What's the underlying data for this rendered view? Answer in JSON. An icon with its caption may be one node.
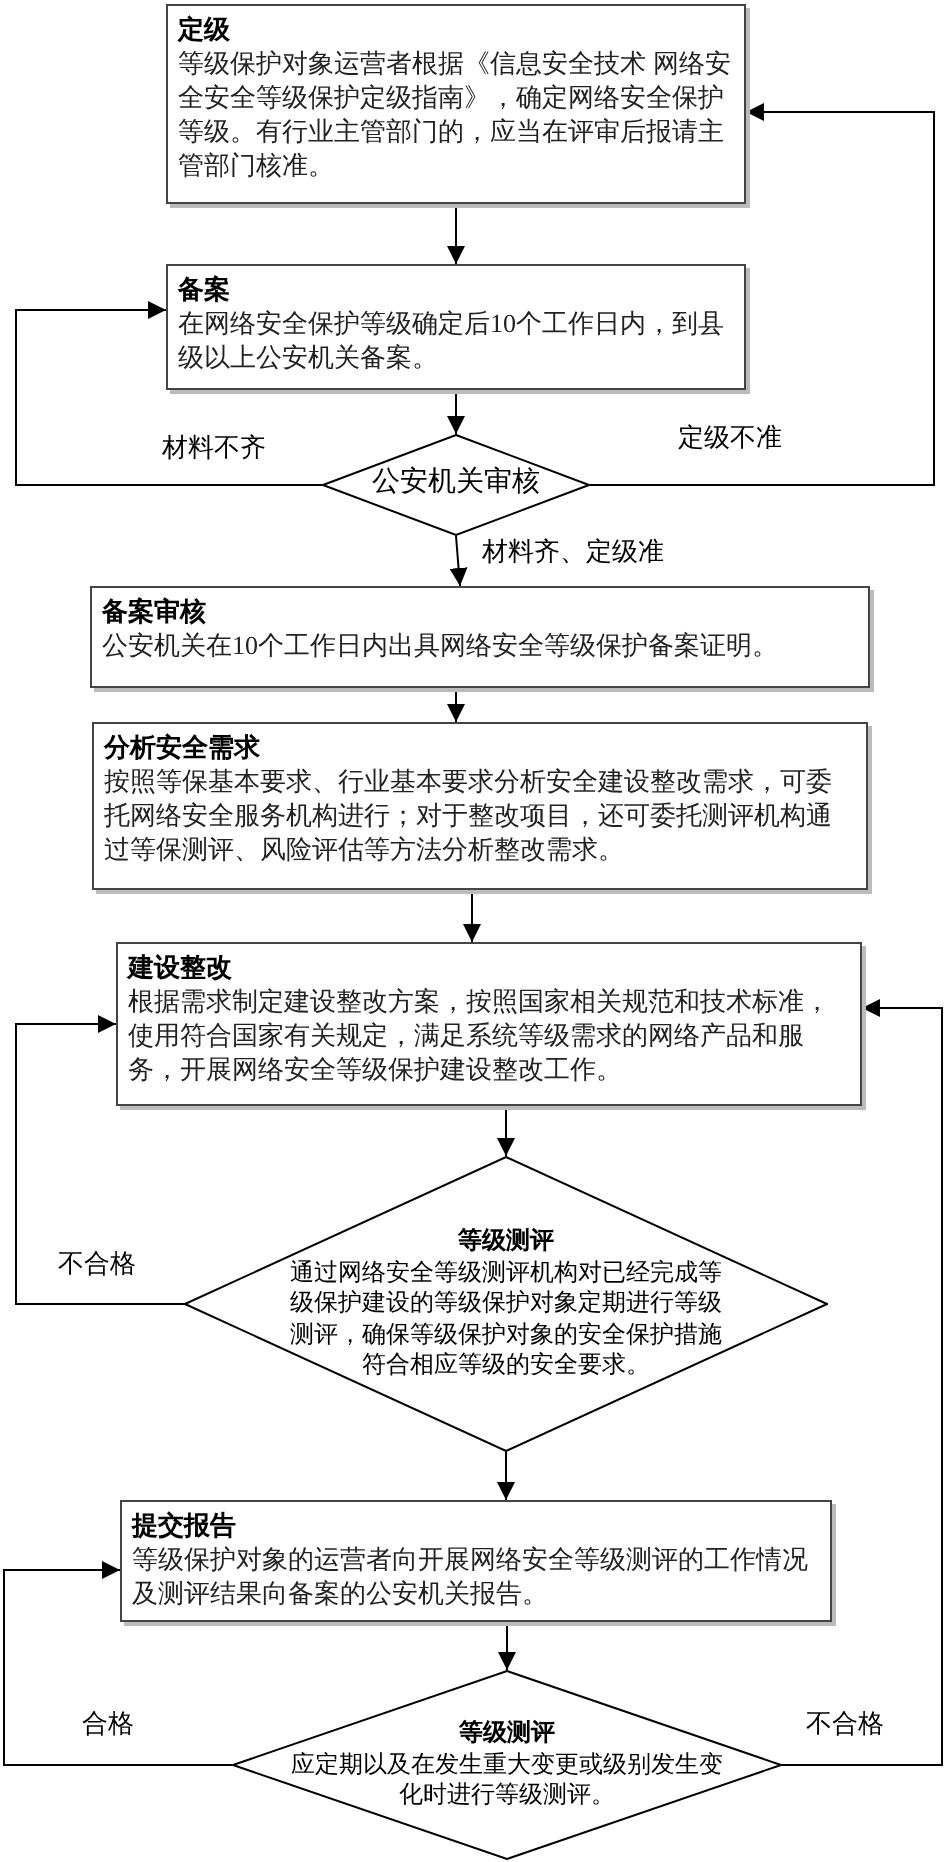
{
  "diagram": {
    "nodes": [
      {
        "text": [
          "定级",
          "等级保护对象运营者根据《信息安全技术 网络安全安全等级保护定级指南》，确定网络安全保护等级。有行业主管部门的，应当在评审后报请主管部门核准。"
        ]
      },
      {
        "text": [
          "备案",
          "在网络安全保护等级确定后10个工作日内，到县级以上公安机关备案。"
        ]
      },
      {
        "text": [
          "公安机关审核"
        ]
      },
      {
        "text": [
          "备案审核",
          "公安机关在10个工作日内出具网络安全等级保护备案证明。"
        ]
      },
      {
        "text": [
          "分析安全需求",
          "按照等保基本要求、行业基本要求分析安全建设整改需求，可委托网络安全服务机构进行；对于整改项目，还可委托测评机构通过等保测评、风险评估等方法分析整改需求。"
        ]
      },
      {
        "text": [
          "建设整改",
          "根据需求制定建设整改方案，按照国家相关规范和技术标准，使用符合国家有关规定，满足系统等级需求的网络产品和服务，开展网络安全等级保护建设整改工作。"
        ]
      },
      {
        "text": [
          "等级测评",
          "通过网络安全等级测评机构对已经完成等级保护建设的等级保护对象定期进行等级测评，确保等级保护对象的安全保护措施符合相应等级的安全要求。"
        ]
      },
      {
        "text": [
          "提交报告",
          "等级保护对象的运营者向开展网络安全等级测评的工作情况及测评结果向备案的公安机关报告。"
        ]
      },
      {
        "text": [
          "等级测评",
          "应定期以及在发生重大变更或级别发生变化时进行等级测评。"
        ]
      }
    ],
    "edges": [
      {
        "from": 0,
        "to": 1,
        "arrow": "to"
      },
      {
        "from": 1,
        "to": 2,
        "arrow": "to"
      },
      {
        "from": 2,
        "to": 1,
        "arrow": "to",
        "label": "材料不齐"
      },
      {
        "from": 2,
        "to": 0,
        "arrow": "to",
        "label": "定级不准"
      },
      {
        "from": 2,
        "to": 3,
        "arrow": "to",
        "label": "材料齐、定级准"
      },
      {
        "from": 3,
        "to": 4,
        "arrow": "to"
      },
      {
        "from": 4,
        "to": 5,
        "arrow": "to"
      },
      {
        "from": 5,
        "to": 6,
        "arrow": "to"
      },
      {
        "from": 6,
        "to": 5,
        "arrow": "to",
        "label": "不合格"
      },
      {
        "from": 6,
        "to": 7,
        "arrow": "to"
      },
      {
        "from": 7,
        "to": 8,
        "arrow": "to"
      },
      {
        "from": 8,
        "to": 7,
        "arrow": "to",
        "label": "合格"
      },
      {
        "from": 8,
        "to": 5,
        "arrow": "to",
        "label": "不合格"
      }
    ]
  }
}
